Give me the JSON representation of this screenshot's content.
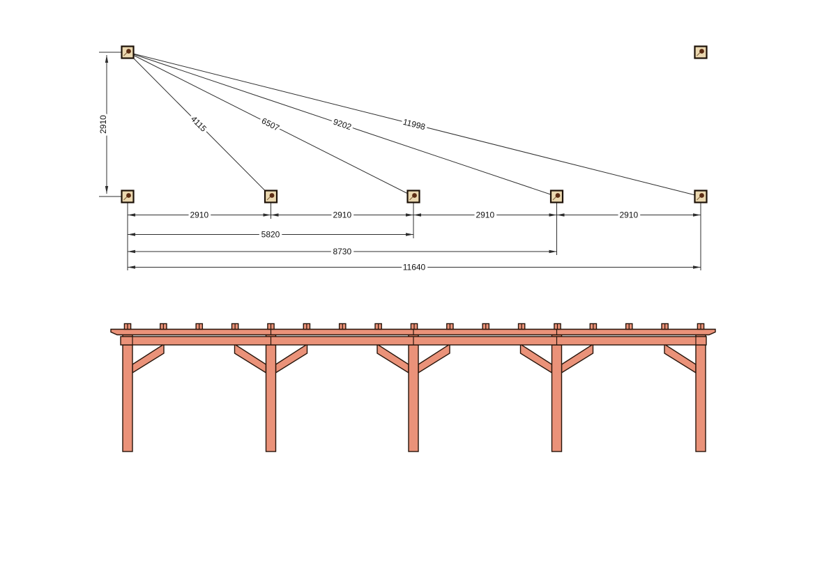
{
  "colors": {
    "wood": "#EA9279",
    "outline": "#26140A",
    "marker_fill": "#EBD8B0",
    "marker_dot": "#5D2D14",
    "dim_line": "#2E2E2E",
    "text": "#111111"
  },
  "plan_view": {
    "vertical_dim": "2910",
    "bay_dims": [
      "2910",
      "2910",
      "2910",
      "2910"
    ],
    "overall_dims": [
      "5820",
      "8730",
      "11640"
    ],
    "diagonal_dims": [
      "4115",
      "6507",
      "9202",
      "11998"
    ]
  }
}
